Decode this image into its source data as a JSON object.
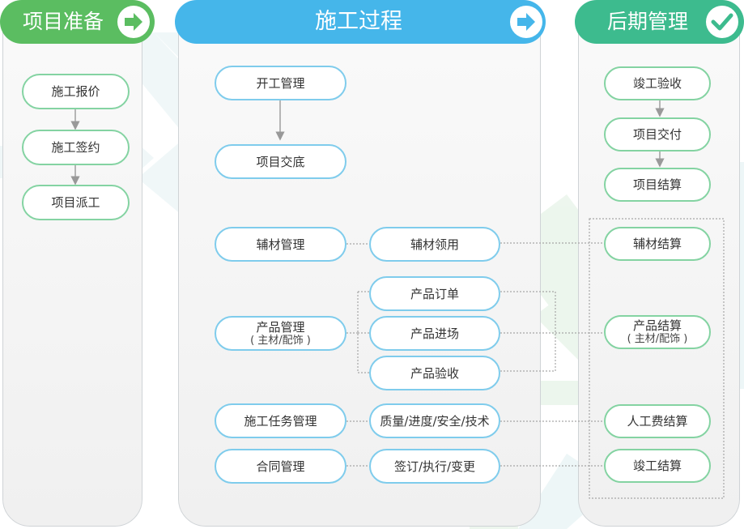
{
  "columns": {
    "prep": {
      "title": "项目准备",
      "icon": "arrow-right-icon",
      "color": "#5bbd61",
      "items": [
        "施工报价",
        "施工签约",
        "项目派工"
      ]
    },
    "construction": {
      "title": "施工过程",
      "icon": "arrow-right-icon",
      "color": "#45b6ea",
      "left": [
        "开工管理",
        "项目交底",
        "辅材管理",
        "产品管理",
        "施工任务管理",
        "合同管理"
      ],
      "product_sub": "( 主材/配饰 )",
      "middle": [
        "辅材领用",
        "产品订单",
        "产品进场",
        "产品验收",
        "质量/进度/安全/技术",
        "签订/执行/变更"
      ]
    },
    "post": {
      "title": "后期管理",
      "icon": "check-icon",
      "color": "#3dbb8e",
      "items": [
        "竣工验收",
        "项目交付",
        "项目结算",
        "辅材结算",
        "产品结算",
        "人工费结算",
        "竣工结算"
      ],
      "product_settle_sub": "( 主材/配饰 )"
    }
  },
  "colors": {
    "green_border": "#84d3a2",
    "blue_border": "#7fccec",
    "connector": "#999999"
  }
}
